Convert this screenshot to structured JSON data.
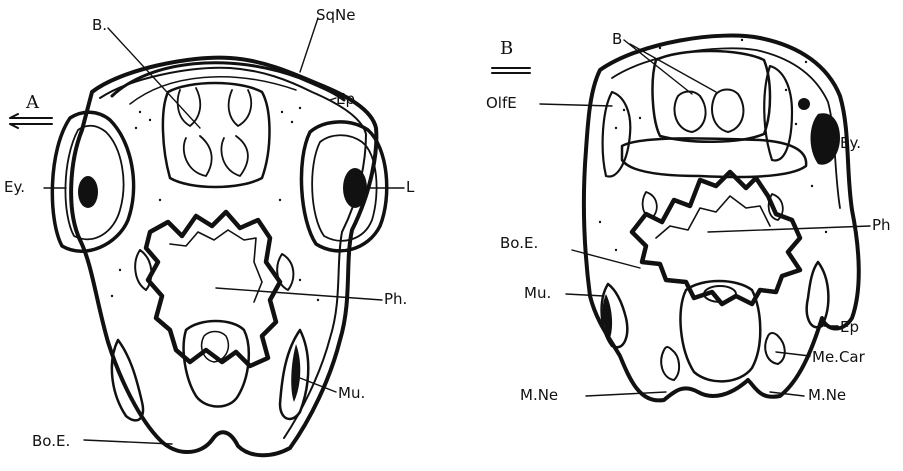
{
  "figure": {
    "panel_a": {
      "panel_label": "A",
      "labels": {
        "b": "B.",
        "sq_ne": "SqNe",
        "ep": "Ep",
        "ey": "Ey.",
        "l": "L",
        "ph": "Ph.",
        "mu": "Mu.",
        "bo_e": "Bo.E."
      }
    },
    "panel_b": {
      "panel_label": "B",
      "labels": {
        "b": "B",
        "olf_e": "OlfE",
        "ey": "Ey.",
        "ph": "Ph",
        "bo_e": "Bo.E.",
        "mu": "Mu.",
        "ep": "Ep",
        "me_car": "Me.Car",
        "m_ne_left": "M.Ne",
        "m_ne_right": "M.Ne"
      }
    }
  }
}
